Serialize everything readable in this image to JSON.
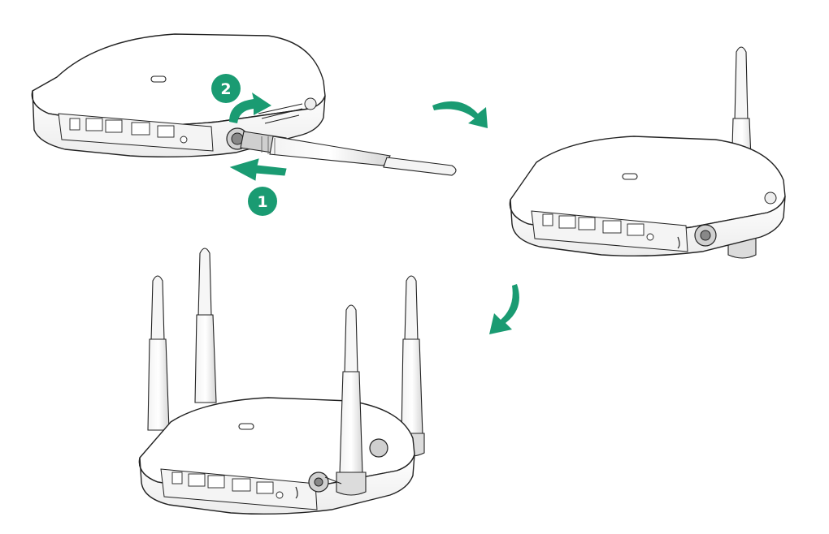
{
  "steps": [
    {
      "label": "1"
    },
    {
      "label": "2"
    }
  ],
  "colors": {
    "accent": "#1a9b72",
    "outline": "#222222",
    "body_fill": "#ffffff",
    "shade": "#e9e9e9"
  },
  "icons": {
    "antenna": "antenna-icon",
    "access_point": "access-point-device",
    "flow_arrow": "curved-arrow-icon"
  }
}
